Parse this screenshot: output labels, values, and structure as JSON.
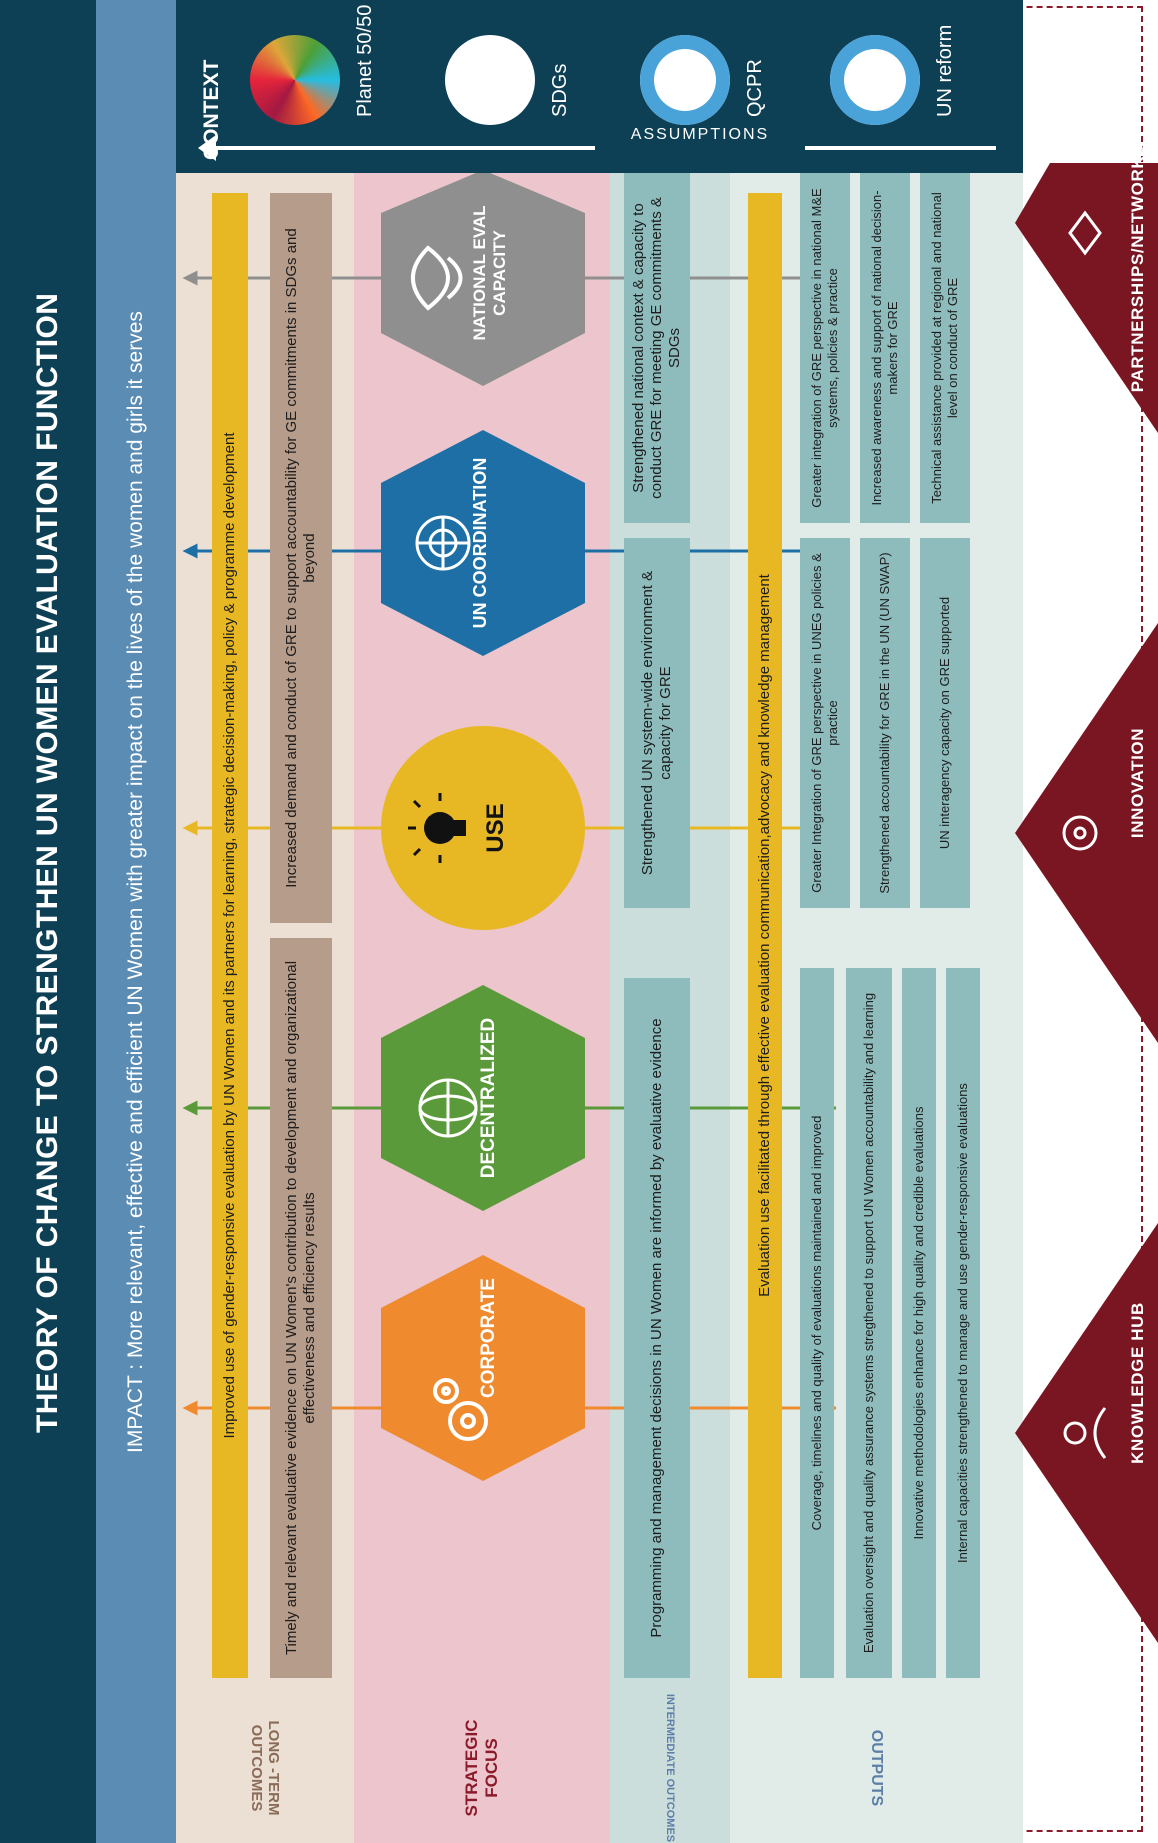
{
  "title": "THEORY OF CHANGE TO STRENGTHEN UN WOMEN EVALUATION FUNCTION",
  "impact": "IMPACT :  More relevant, effective and efficient UN Women with greater impact on the lives of the women and girls it serves",
  "context": {
    "heading": "CONTEXT",
    "assumptions": "ASSUMPTIONS",
    "items": [
      "Planet 50/50",
      "SDGs",
      "QCPR",
      "UN reform"
    ]
  },
  "row_labels": {
    "long_term": "LONG -TERM OUTCOMES",
    "strategic": "STRATEGIC FOCUS",
    "intermediate": "INTERMEDIATE OUTCOMES",
    "outputs": "OUTPUTS"
  },
  "long_term_outcomes": {
    "improved_use": "Improved use of gender-responsive evaluation by UN Women and its partners for learning, strategic decision-making, policy & programme development",
    "timely_evidence": "Timely and relevant evaluative evidence on UN Women's contribution to development and organizational effectiveness and efficiency results",
    "increased_demand": "Increased demand and conduct of GRE to support accountability for GE commitments in SDGs and beyond"
  },
  "strategic_focus": [
    "CORPORATE",
    "DECENTRALIZED",
    "USE",
    "UN COORDINATION",
    "NATIONAL EVAL CAPACITY"
  ],
  "intermediate_outcomes": {
    "programming": "Programming and management decisions in UN Women are informed by evaluative evidence",
    "un_system": "Strengthened UN system-wide environment & capacity for GRE",
    "national": "Strengthened national context & capacity to conduct GRE for meeting GE commitments & SDGs"
  },
  "evaluation_use": "Evaluation use facilitated through effective evaluation communication,advocacy and knowledge management",
  "outputs": {
    "corporate": [
      "Coverage, timelines and quality of evaluations maintained and improved",
      "Evaluation oversight and quality assurance systems stregthened to support UN Women accountability and learning",
      "Innovative methodologies enhance for high quality and credible evaluations",
      "Internal capacities strengthened to manage and use gender-responsive evaluations"
    ],
    "un": [
      "Greater Integration of GRE perspective in UNEG policies & practice",
      "Strengthened accountability for GRE in the UN (UN SWAP)",
      "UN interagency capacity on GRE supported"
    ],
    "national": [
      "Greater integration of GRE perspective in national M&E systems, policies & practice",
      "Increased awareness and support of national decision-makers for GRE",
      "Technical assistance provided at regional and national level on conduct of GRE"
    ]
  },
  "pillars": [
    "KNOWLEDGE HUB",
    "INNOVATION",
    "PARTNERSHIPS/NETWORKS"
  ],
  "colors": {
    "title_bg": "#0e4055",
    "impact_bg": "#5b8cb4",
    "corporate": "#ef8a2e",
    "decentralized": "#5b9a3b",
    "use": "#e8b824",
    "un_coordination": "#1d6fa5",
    "national": "#8f8f8f",
    "pillar": "#7a1522"
  }
}
